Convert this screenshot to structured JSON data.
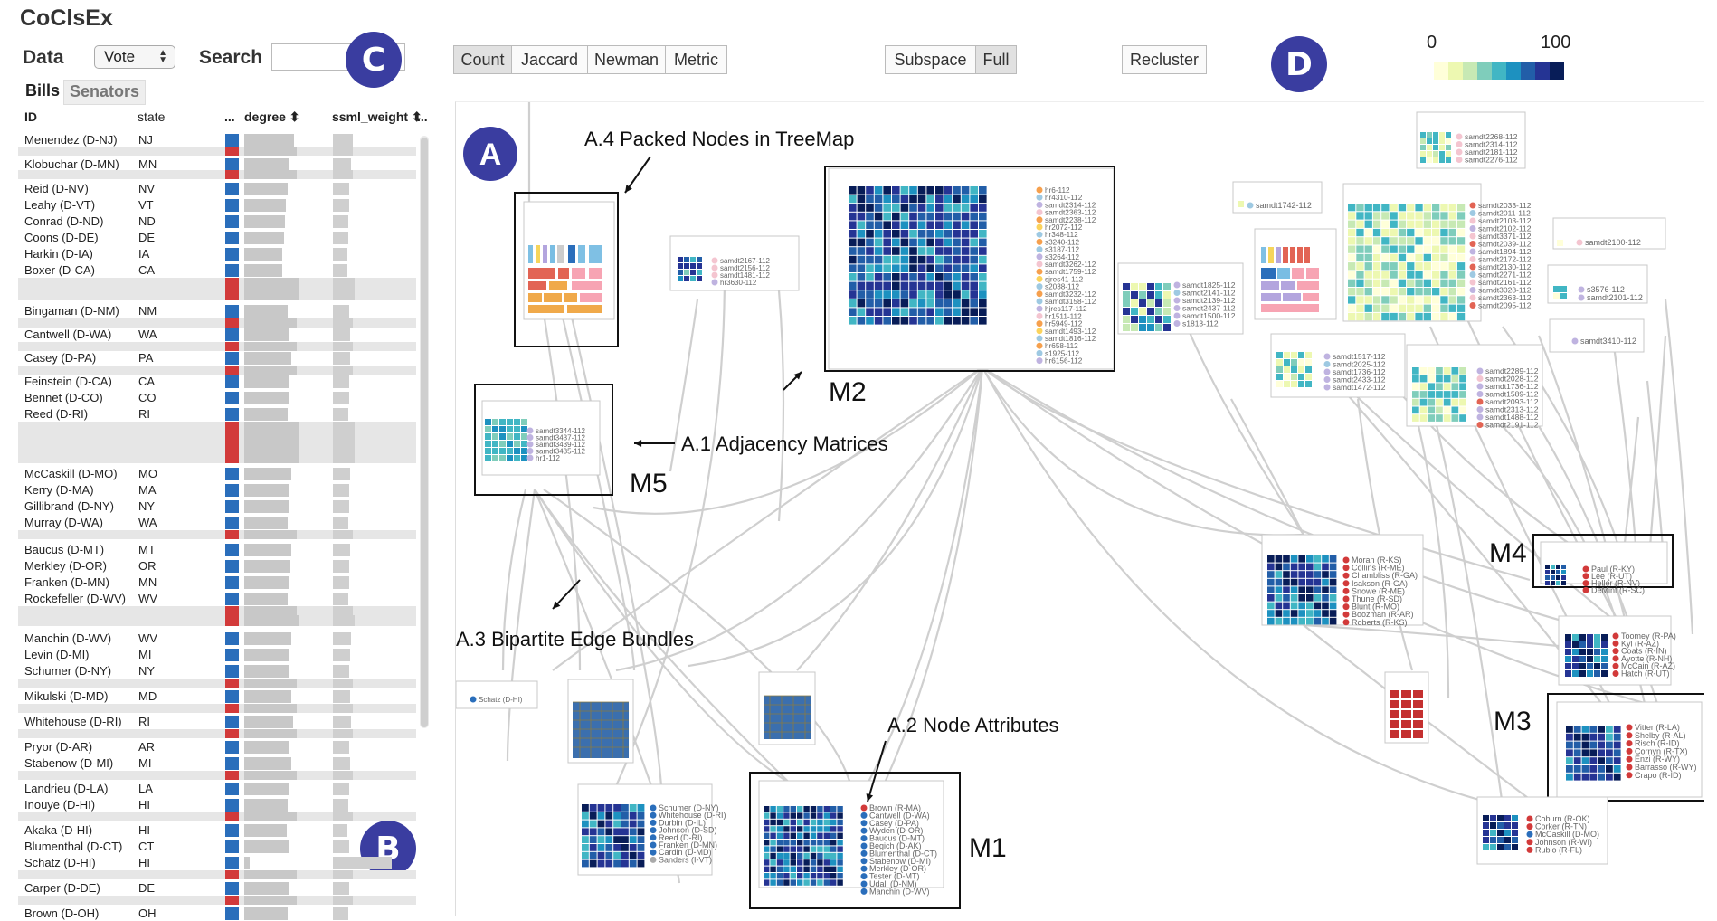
{
  "app": {
    "title": "CoClsEx"
  },
  "controls": {
    "data_label": "Data",
    "data_select_value": "Vote",
    "search_label": "Search",
    "search_value": ""
  },
  "tabs": [
    {
      "label": "Bills"
    },
    {
      "label": "Senators"
    }
  ],
  "table": {
    "headers": {
      "id": "ID",
      "state": "state",
      "ellipsis1": "...",
      "degree": "degree ⬍",
      "ssml_weight": "ssml_weight ⬍",
      "ellipsis2": "..."
    },
    "rows": [
      {
        "name": "Menendez (D-NJ)",
        "state": "NJ"
      },
      {
        "name": "Klobuchar (D-MN)",
        "state": "MN"
      },
      {
        "name": "Reid (D-NV)",
        "state": "NV"
      },
      {
        "name": "Leahy (D-VT)",
        "state": "VT"
      },
      {
        "name": "Conrad (D-ND)",
        "state": "ND"
      },
      {
        "name": "Coons (D-DE)",
        "state": "DE"
      },
      {
        "name": "Harkin (D-IA)",
        "state": "IA"
      },
      {
        "name": "Boxer (D-CA)",
        "state": "CA"
      },
      {
        "name": "Bingaman (D-NM)",
        "state": "NM"
      },
      {
        "name": "Cantwell (D-WA)",
        "state": "WA"
      },
      {
        "name": "Casey (D-PA)",
        "state": "PA"
      },
      {
        "name": "Feinstein (D-CA)",
        "state": "CA"
      },
      {
        "name": "Bennet (D-CO)",
        "state": "CO"
      },
      {
        "name": "Reed (D-RI)",
        "state": "RI"
      },
      {
        "name": "McCaskill (D-MO)",
        "state": "MO"
      },
      {
        "name": "Kerry (D-MA)",
        "state": "MA"
      },
      {
        "name": "Gillibrand (D-NY)",
        "state": "NY"
      },
      {
        "name": "Murray (D-WA)",
        "state": "WA"
      },
      {
        "name": "Baucus (D-MT)",
        "state": "MT"
      },
      {
        "name": "Merkley (D-OR)",
        "state": "OR"
      },
      {
        "name": "Franken (D-MN)",
        "state": "MN"
      },
      {
        "name": "Rockefeller (D-WV)",
        "state": "WV"
      },
      {
        "name": "Manchin (D-WV)",
        "state": "WV"
      },
      {
        "name": "Levin (D-MI)",
        "state": "MI"
      },
      {
        "name": "Schumer (D-NY)",
        "state": "NY"
      },
      {
        "name": "Mikulski (D-MD)",
        "state": "MD"
      },
      {
        "name": "Whitehouse (D-RI)",
        "state": "RI"
      },
      {
        "name": "Pryor (D-AR)",
        "state": "AR"
      },
      {
        "name": "Stabenow (D-MI)",
        "state": "MI"
      },
      {
        "name": "Landrieu (D-LA)",
        "state": "LA"
      },
      {
        "name": "Inouye (D-HI)",
        "state": "HI"
      },
      {
        "name": "Akaka (D-HI)",
        "state": "HI"
      },
      {
        "name": "Blumenthal (D-CT)",
        "state": "CT"
      },
      {
        "name": "Schatz (D-HI)",
        "state": "HI"
      },
      {
        "name": "Carper (D-DE)",
        "state": "DE"
      },
      {
        "name": "Brown (D-OH)",
        "state": "OH"
      }
    ]
  },
  "toolbar": {
    "metric_buttons": [
      "Count",
      "Jaccard",
      "Newman",
      "Metric"
    ],
    "space_buttons": [
      "Subspace",
      "Full"
    ],
    "recluster": "Recluster"
  },
  "colorscale": {
    "min": "0",
    "max": "100",
    "colors": [
      "#ffffd9",
      "#edf8b1",
      "#c7e9b4",
      "#7fcdbb",
      "#41b6c4",
      "#1d91c0",
      "#225ea8",
      "#253494",
      "#081d58"
    ]
  },
  "party_colors": {
    "democrat": "#2a6ebb",
    "republican": "#d23a3a"
  },
  "badges": {
    "a": "A",
    "b": "B",
    "c": "C",
    "d": "D"
  },
  "annotations": {
    "treemap": "A.4 Packed Nodes in TreeMap",
    "adjacency": "A.1 Adjacency Matrices",
    "bundles": "A.3 Bipartite Edge Bundles",
    "attributes": "A.2 Node Attributes",
    "m1": "M1",
    "m2": "M2",
    "m3": "M3",
    "m4": "M4",
    "m5": "M5"
  },
  "clusters": {
    "m1_labels": [
      "Brown (R-MA)",
      "Cantwell (D-WA)",
      "Casey (D-PA)",
      "Wyden (D-OR)",
      "Baucus (D-MT)",
      "Begich (D-AK)",
      "Blumenthal (D-CT)",
      "Stabenow (D-MI)",
      "Merkley (D-OR)",
      "Tester (D-MT)",
      "Udall (D-NM)",
      "Manchin (D-WV)"
    ],
    "m2_labels": [
      "hr6-112",
      "hr4310-112",
      "samdt2314-112",
      "samdt2363-112",
      "samdt2238-112",
      "hr2072-112",
      "hr348-112",
      "s3240-112",
      "s3187-112",
      "s3264-112",
      "samdt3262-112",
      "samdt1759-112",
      "sjres41-112",
      "s2038-112",
      "samdt3232-112",
      "samdt3158-112",
      "hjres117-112",
      "hr1511-112",
      "hr5949-112",
      "samdt1493-112",
      "samdt1816-112",
      "hr658-112",
      "s1925-112",
      "hr6156-112"
    ],
    "m3_labels": [
      "Vitter (R-LA)",
      "Shelby (R-AL)",
      "Risch (R-ID)",
      "Cornyn (R-TX)",
      "Enzi (R-WY)",
      "Barrasso (R-WY)",
      "Crapo (R-ID)"
    ],
    "m4_labels": [
      "Paul (R-KY)",
      "Lee (R-UT)",
      "Heller (R-NV)",
      "DeMint (R-SC)"
    ],
    "m5_labels": [
      "samdt3344-112",
      "samdt3437-112",
      "samdt3439-112",
      "samdt3435-112",
      "hr1-112"
    ],
    "schumer_labels": [
      "Schumer (D-NY)",
      "Whitehouse (D-RI)",
      "Durbin (D-IL)",
      "Johnson (D-SD)",
      "Reed (D-RI)",
      "Franken (D-MN)",
      "Cardin (D-MD)",
      "Sanders (I-VT)"
    ],
    "moran_labels": [
      "Moran (R-KS)",
      "Collins (R-ME)",
      "Chambliss (R-GA)",
      "Isakson (R-GA)",
      "Snowe (R-ME)",
      "Thune (R-SD)",
      "Blunt (R-MO)",
      "Boozman (R-AR)",
      "Roberts (R-KS)"
    ],
    "toomey_labels": [
      "Toomey (R-PA)",
      "Kyl (R-AZ)",
      "Coats (R-IN)",
      "Ayotte (R-NH)",
      "McCain (R-AZ)",
      "Hatch (R-UT)"
    ],
    "coburn_labels": [
      "Coburn (R-OK)",
      "Corker (R-TN)",
      "McCaskill (D-MO)",
      "Johnson (R-WI)",
      "Rubio (R-FL)"
    ],
    "schatz_label": "Schatz (D-HI)",
    "small_a_labels": [
      "samdt2167-112",
      "samdt2156-112",
      "samdt1481-112",
      "hr3630-112"
    ],
    "mid_labels": [
      "samdt1825-112",
      "samdt2141-112",
      "samdt2139-112",
      "samdt2437-112",
      "samdt1500-112",
      "s1813-112"
    ],
    "r1_labels": [
      "samdt2268-112",
      "samdt2314-112",
      "samdt2181-112",
      "samdt2276-112"
    ],
    "r2_label": "samdt1742-112",
    "r3_labels": [
      "samdt2033-112",
      "samdt2011-112",
      "samdt2103-112",
      "samdt2102-112",
      "samdt3371-112",
      "samdt2039-112",
      "samdt1894-112",
      "samdt2172-112",
      "samdt2130-112",
      "samdt2271-112",
      "samdt2161-112",
      "samdt3028-112",
      "samdt2363-112",
      "samdt2095-112"
    ],
    "r4_label": "samdt2100-112",
    "r5_labels": [
      "s3576-112",
      "samdt2101-112"
    ],
    "r6_label": "samdt3410-112",
    "r7_labels": [
      "samdt1517-112",
      "samdt2025-112",
      "samdt1736-112",
      "samdt2433-112",
      "samdt1472-112"
    ],
    "r8_labels": [
      "samdt2289-112",
      "samdt2028-112",
      "samdt1736-112",
      "samdt1589-112",
      "samdt2093-112",
      "samdt2313-112",
      "samdt1488-112",
      "samdt2191-112"
    ]
  }
}
